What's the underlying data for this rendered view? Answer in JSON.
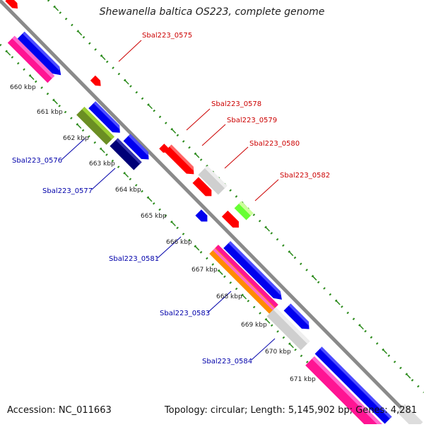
{
  "title": "Shewanella baltica OS223, complete genome",
  "footer": {
    "accession": "Accession: NC_011663",
    "topology": "Topology: circular; Length: 5,145,902 bp; Genes: 4,281"
  },
  "kbp_labels": [
    "660 kbp",
    "661 kbp",
    "662 kbp",
    "663 kbp",
    "664 kbp",
    "665 kbp",
    "666 kbp",
    "667 kbp",
    "668 kbp",
    "669 kbp",
    "670 kbp",
    "671 kbp"
  ],
  "gene_labels_forward": [
    "Sbal223_0575",
    "Sbal223_0578",
    "Sbal223_0579",
    "Sbal223_0580",
    "Sbal223_0582"
  ],
  "gene_labels_reverse": [
    "Sbal223_0576",
    "Sbal223_0577",
    "Sbal223_0581",
    "Sbal223_0583",
    "Sbal223_0584"
  ],
  "colors": {
    "backbone": "#8a8a8a",
    "tick_green": "#2a8a1a",
    "forward_label": "#cc0000",
    "reverse_label": "#0000aa",
    "red": "#ff0000",
    "blue": "#0000ee",
    "navy": "#000077",
    "olive": "#6b8e23",
    "pink": "#ff1493",
    "grey": "#cfcfcf",
    "lime": "#66ff33",
    "orange": "#ff8c00"
  }
}
